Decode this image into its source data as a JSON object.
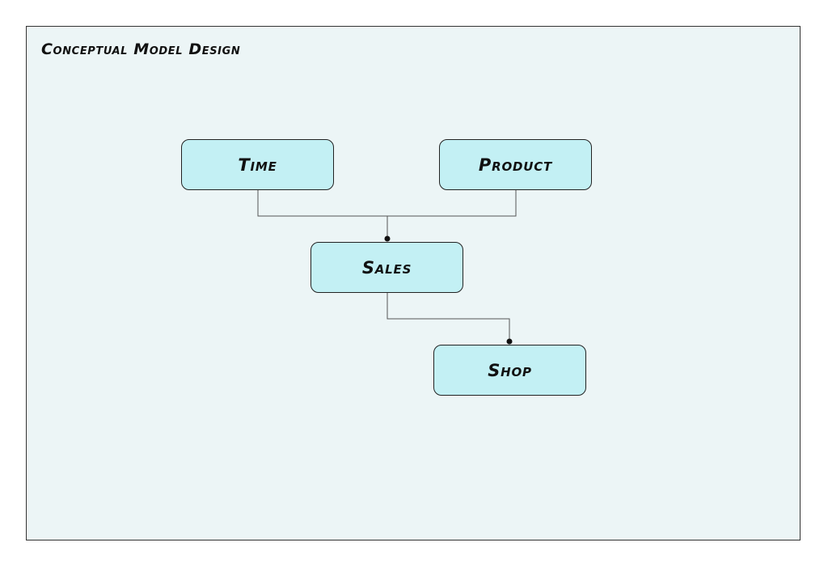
{
  "title": "Conceptual Model Design",
  "entities": {
    "time": "Time",
    "product": "Product",
    "sales": "Sales",
    "shop": "Shop"
  },
  "colors": {
    "canvas_background": "#ecf5f6",
    "entity_fill": "#c3f0f4",
    "stroke": "#222222"
  }
}
